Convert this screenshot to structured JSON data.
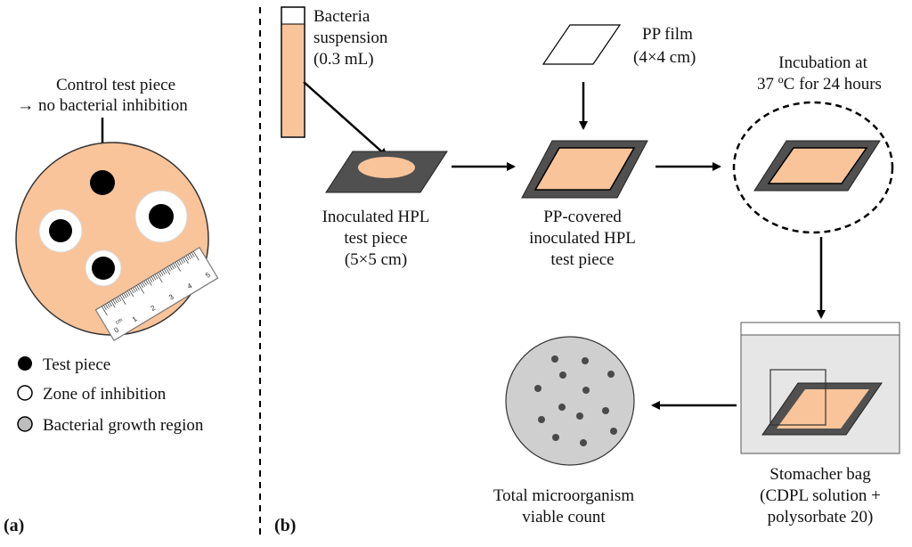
{
  "panel_a": {
    "panel_label": "(a)",
    "control_label": [
      "Control test piece",
      "→ no bacterial inhibition"
    ],
    "ruler_ticks": [
      "0",
      "1",
      "2",
      "3",
      "4",
      "5"
    ],
    "ruler_unit": "cm",
    "legend": {
      "test_piece": "Test piece",
      "zone": "Zone of inhibition",
      "growth": "Bacterial growth region"
    }
  },
  "panel_b": {
    "panel_label": "(b)",
    "suspension": [
      "Bacteria",
      "suspension",
      "(0.3 mL)"
    ],
    "pp_film": [
      "PP film",
      "(4×4 cm)"
    ],
    "inoculated": [
      "Inoculated HPL",
      "test piece",
      "(5×5 cm)"
    ],
    "covered": [
      "PP-covered",
      "inoculated HPL",
      "test piece"
    ],
    "incubation": [
      "Incubation at",
      "37 ºC for 24 hours"
    ],
    "bag": [
      "Stomacher bag",
      "(CDPL solution +",
      "polysorbate 20)"
    ],
    "count": [
      "Total microorganism",
      "viable count"
    ]
  },
  "colors": {
    "peach": "#f9c49a",
    "dark_gray": "#505050",
    "bag_gray": "#e6e6e6",
    "dish_gray": "#cfcfcf"
  }
}
